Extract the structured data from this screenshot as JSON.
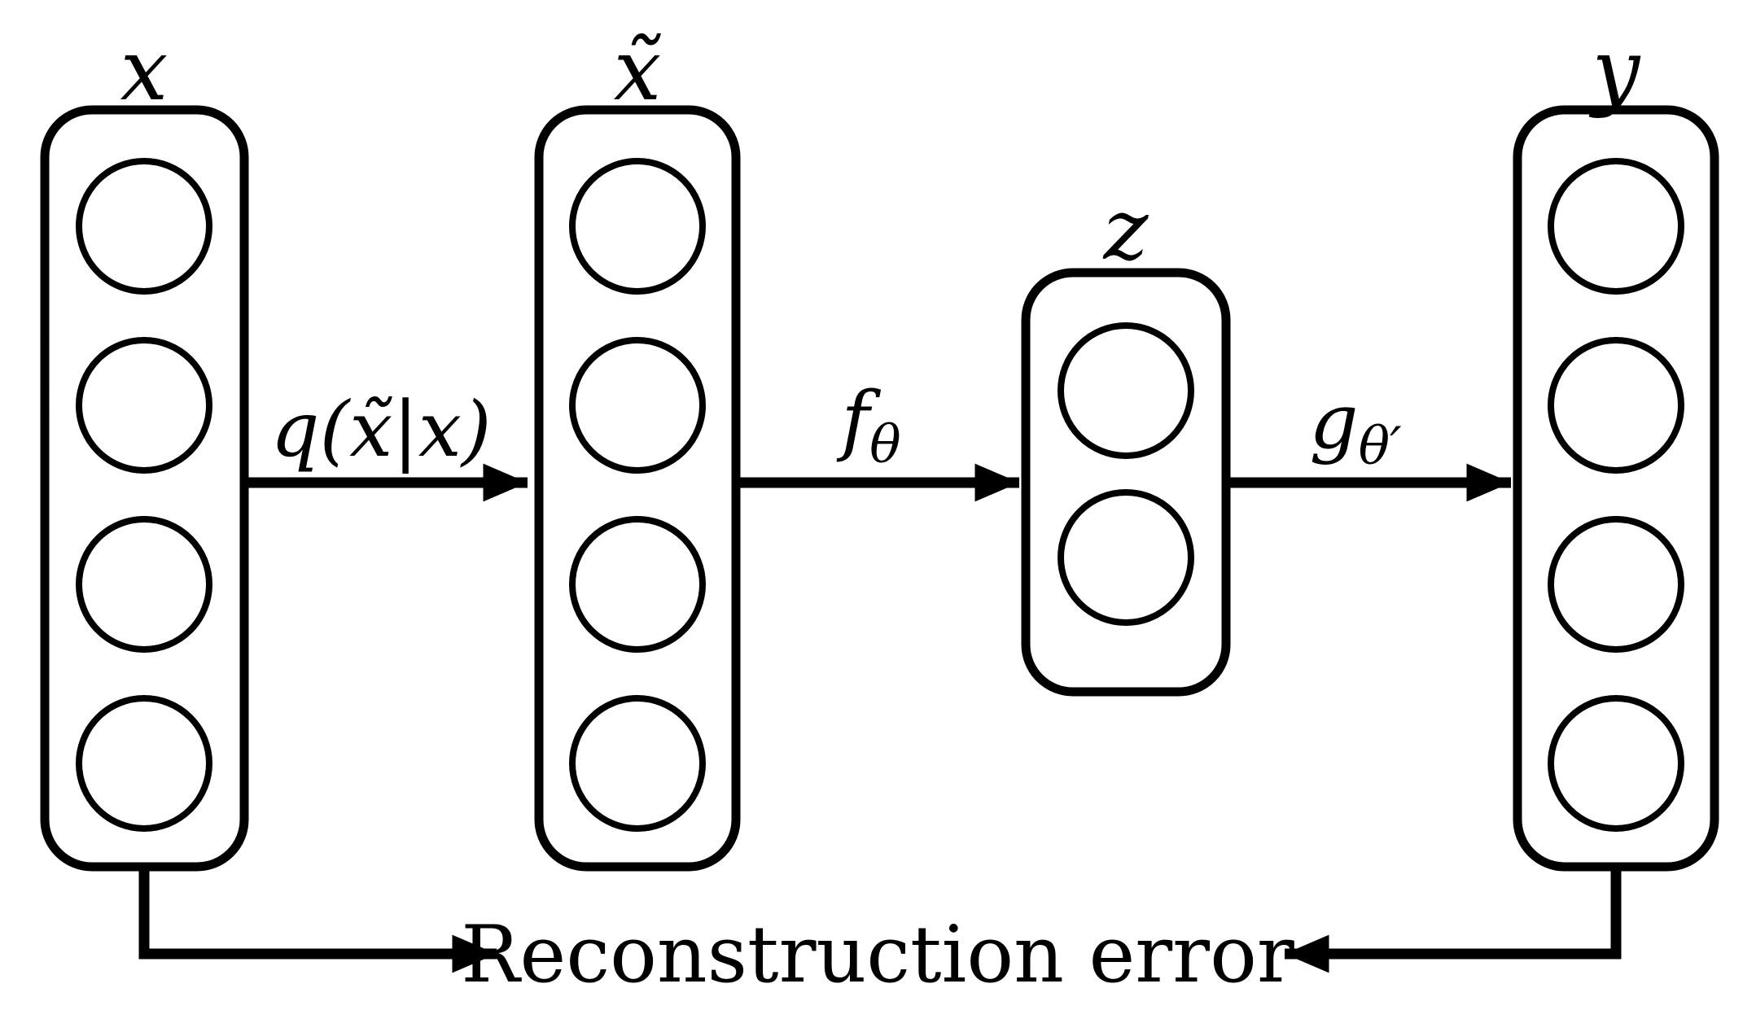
{
  "diagram": {
    "type": "neural-network-flow",
    "layers": [
      {
        "id": "x",
        "label": "x",
        "units": 4
      },
      {
        "id": "x-tilde",
        "label": "x̃",
        "units": 4
      },
      {
        "id": "z",
        "label": "z",
        "units": 2
      },
      {
        "id": "y",
        "label": "y",
        "units": 4
      }
    ],
    "transitions": [
      {
        "from": "x",
        "to": "x-tilde",
        "label": "q(x̃|x)"
      },
      {
        "from": "x-tilde",
        "to": "z",
        "label_base": "f",
        "label_sub": "θ"
      },
      {
        "from": "z",
        "to": "y",
        "label_base": "g",
        "label_sub": "θ′"
      }
    ],
    "bottom_label": "Reconstruction error",
    "bottom_arrows": [
      {
        "from": "x",
        "direction": "right"
      },
      {
        "from": "y",
        "direction": "left"
      }
    ]
  },
  "colors": {
    "stroke": "#000000",
    "background": "#ffffff"
  }
}
